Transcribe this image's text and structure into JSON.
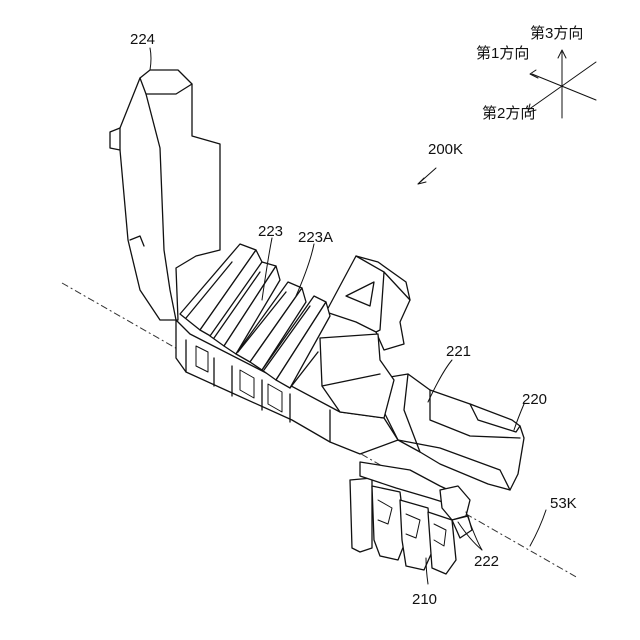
{
  "figure": {
    "part_label": "200K",
    "axis_label": "53K",
    "labels": {
      "l224": "224",
      "l223": "223",
      "l223a": "223A",
      "l221": "221",
      "l220": "220",
      "l222": "222",
      "l210": "210"
    },
    "directions": {
      "first": "第1方向",
      "second": "第2方向",
      "third": "第3方向"
    }
  }
}
